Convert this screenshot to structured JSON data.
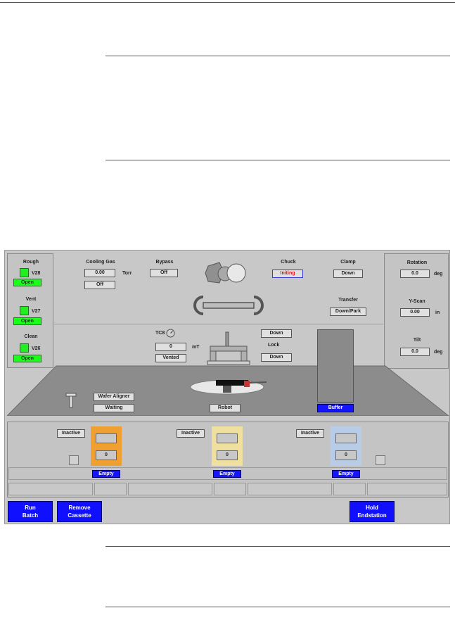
{
  "vacuum": {
    "rough": {
      "label": "Rough",
      "valve": "V28",
      "state": "Open"
    },
    "vent": {
      "label": "Vent",
      "valve": "V27",
      "state": "Open"
    },
    "clean": {
      "label": "Clean",
      "valve": "V26",
      "state": "Open"
    }
  },
  "cooling_gas": {
    "label": "Cooling Gas",
    "value": "0.00",
    "unit": "Torr",
    "state": "Off"
  },
  "bypass": {
    "label": "Bypass",
    "state": "Off"
  },
  "chuck": {
    "label": "Chuck",
    "state": "Initing"
  },
  "clamp": {
    "label": "Clamp",
    "state": "Down"
  },
  "transfer": {
    "label": "Transfer",
    "state": "Down/Park"
  },
  "tc": {
    "label": "TC8",
    "value": "0",
    "unit": "mT",
    "state": "Vented"
  },
  "lock": {
    "top_state": "Down",
    "label": "Lock",
    "state": "Down"
  },
  "rotation": {
    "label": "Rotation",
    "value": "0.0",
    "unit": "deg"
  },
  "yscan": {
    "label": "Y-Scan",
    "value": "0.00",
    "unit": "in"
  },
  "tilt": {
    "label": "Tilt",
    "value": "0.0",
    "unit": "deg"
  },
  "wafer_aligner": {
    "label": "Wafer Aligner",
    "state": "Waiting"
  },
  "robot": {
    "label": "Robot"
  },
  "buffer": {
    "label": "Buffer"
  },
  "cassettes": [
    {
      "status": "Inactive",
      "count": "0",
      "state": "Empty",
      "color": "#f0a030"
    },
    {
      "status": "Inactive",
      "count": "0",
      "state": "Empty",
      "color": "#f0e0a0"
    },
    {
      "status": "Inactive",
      "count": "0",
      "state": "Empty",
      "color": "#b8cce8"
    }
  ],
  "buttons": {
    "run_batch_l1": "Run",
    "run_batch_l2": "Batch",
    "remove_cassette_l1": "Remove",
    "remove_cassette_l2": "Cassette",
    "hold_endstation_l1": "Hold",
    "hold_endstation_l2": "Endstation"
  },
  "colors": {
    "status_green": "#1aff1a",
    "button_blue": "#1010ff",
    "alert_red": "#e01020"
  }
}
